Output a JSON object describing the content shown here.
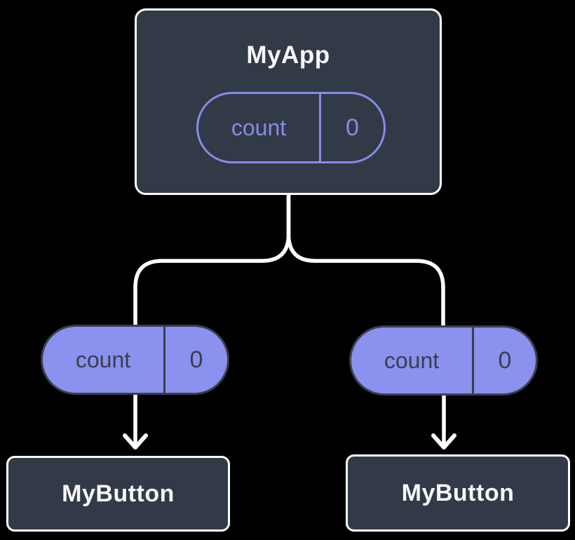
{
  "colors": {
    "background": "#000000",
    "card_fill": "#333A47",
    "card_border": "#FFFFFF",
    "pill_outline": "#858CE7",
    "pill_fill": "#8B91EE",
    "pill_dark": "#3A3F4D",
    "connector": "#FFFFFF",
    "text_light": "#F6F7F9"
  },
  "tree": {
    "root": {
      "title": "MyApp",
      "state": {
        "name": "count",
        "value": "0"
      }
    },
    "children": [
      {
        "title": "MyButton",
        "prop": {
          "name": "count",
          "value": "0"
        }
      },
      {
        "title": "MyButton",
        "prop": {
          "name": "count",
          "value": "0"
        }
      }
    ]
  }
}
